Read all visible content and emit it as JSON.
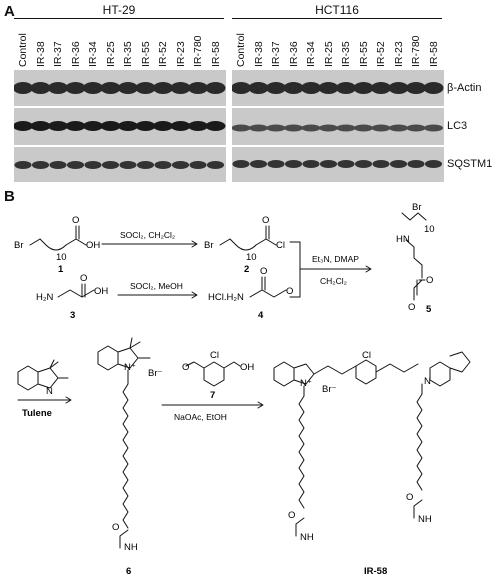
{
  "panel_a": {
    "label": "A",
    "groups": [
      {
        "title": "HT-29"
      },
      {
        "title": "HCT116"
      }
    ],
    "lanes": [
      "Control",
      "IR-38",
      "IR-37",
      "IR-36",
      "IR-34",
      "IR-25",
      "IR-35",
      "IR-55",
      "IR-52",
      "IR-23",
      "IR-780",
      "IR-58"
    ],
    "rows": [
      {
        "label": "β-Actin"
      },
      {
        "label": "LC3"
      },
      {
        "label": "SQSTM1"
      }
    ]
  },
  "panel_b": {
    "label": "B",
    "compounds": {
      "c1": "1",
      "c2": "2",
      "c3": "3",
      "c4": "4",
      "c5": "5",
      "c6": "6",
      "c7": "7",
      "c8": "IR-58"
    },
    "atoms": {
      "br": "Br",
      "oh": "OH",
      "o": "O",
      "cl": "Cl",
      "h2n": "H₂N",
      "hcl_h2n": "HCl.H₂N",
      "hn": "HN",
      "nh": "NH",
      "n": "N",
      "n_plus": "N⁺",
      "br_minus": "Br⁻",
      "sub10": "10",
      "tulene": "Tulene"
    },
    "reagents": {
      "r1": "SOCl₂, CH₂Cl₂",
      "r2": "SOCl₂, MeOH",
      "r3a": "Et₃N, DMAP",
      "r3b": "CH₂Cl₂",
      "r4": "NaOAc, EtOH"
    }
  }
}
